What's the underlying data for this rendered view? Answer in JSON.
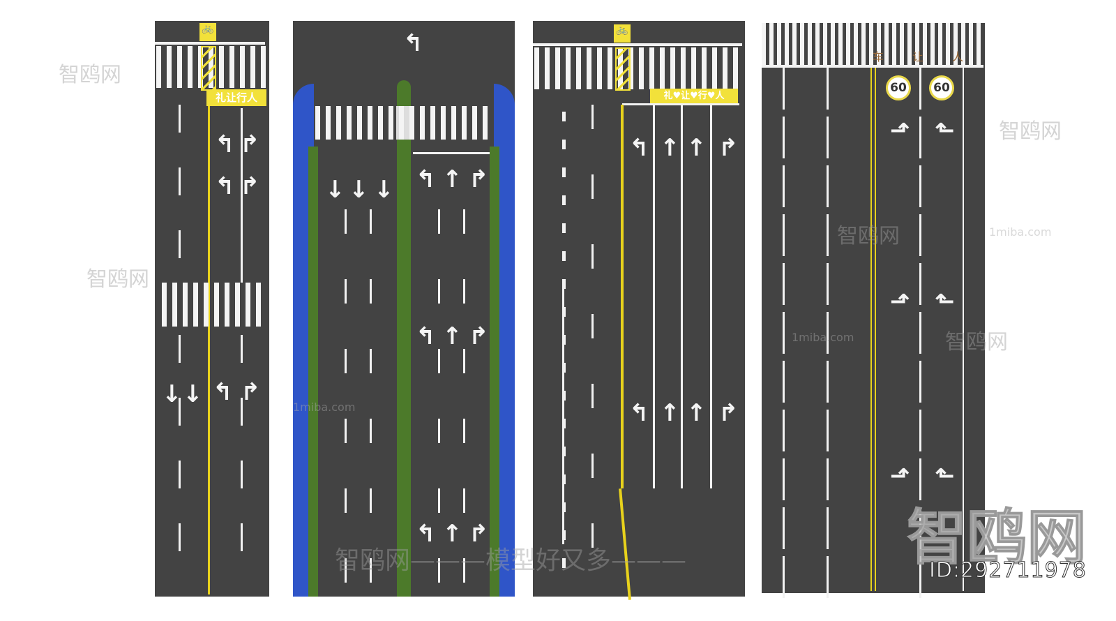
{
  "colors": {
    "asphalt": "#434343",
    "yellow": "#f2e13a",
    "white": "#f4f4f4",
    "blue_curb": "#2f55c8",
    "green_median": "#4c7a2a"
  },
  "road1": {
    "yield_label": "礼让行人",
    "bike_icon": "bicycle-icon"
  },
  "road3": {
    "yield_label": "礼♥让♥行♥人",
    "bike_icon": "bicycle-icon"
  },
  "road4": {
    "yield_label": "车 让 人",
    "speed_limits": [
      "60",
      "60"
    ]
  },
  "watermarks": {
    "brand": "智鸥网",
    "domain": "1miba.com",
    "slogan": "智鸥网———模型好又多———",
    "big_logo": "智鸥网",
    "id_text": "ID:292711978"
  }
}
